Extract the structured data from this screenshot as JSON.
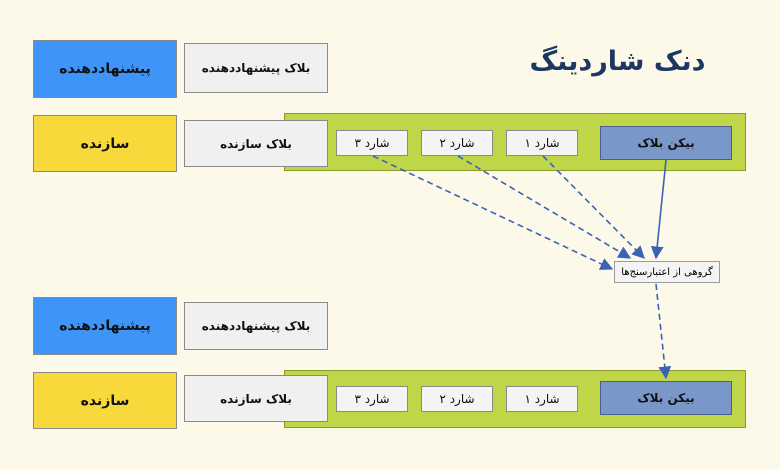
{
  "title": "دنک شاردینگ",
  "rows": {
    "proposer_top": {
      "role": "پیشنهاددهنده",
      "block": "بلاک پیشنهاددهنده"
    },
    "builder_top": {
      "role": "سازنده",
      "block": "بلاک سازنده"
    },
    "proposer_bottom": {
      "role": "پیشنهاددهنده",
      "block": "بلاک پیشنهاددهنده"
    },
    "builder_bottom": {
      "role": "سازنده",
      "block": "بلاک سازنده"
    }
  },
  "shards_top": [
    "شارد ۳",
    "شارد ۲",
    "شارد ۱"
  ],
  "shards_bottom": [
    "شارد ۳",
    "شارد ۲",
    "شارد ۱"
  ],
  "beacon_top": "بیکن بلاک",
  "beacon_bottom": "بیکن بلاک",
  "validators": "گروهی از اعتبارسنج‌ها",
  "colors": {
    "proposer": "#3f94f8",
    "builder": "#f7d93c",
    "band": "#bfd649",
    "beacon": "#7a97c9",
    "arrow": "#3a63b8",
    "title": "#1d3763"
  }
}
